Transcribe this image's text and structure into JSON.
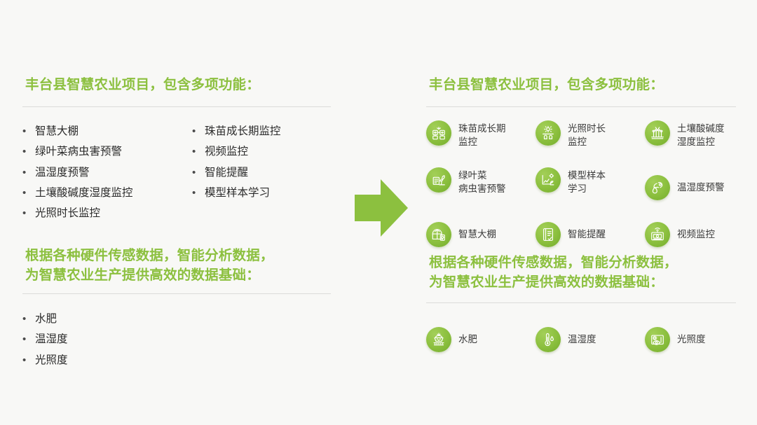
{
  "slide": {
    "background_color": "#f8f8f6",
    "accent_color": "#8cc03f",
    "divider_color": "#dcdcd9",
    "text_color": "#2b2b2b"
  },
  "left_panel": {
    "heading_1": "丰台县智慧农业项目，包含多项功能：",
    "bullets_column_1": [
      "智慧大棚",
      "绿叶菜病虫害预警",
      "温湿度预警",
      "土壤酸碱度湿度监控",
      "光照时长监控"
    ],
    "bullets_column_2": [
      "珠苗成长期监控",
      "视频监控",
      "智能提醒",
      "模型样本学习"
    ],
    "heading_2_line1": "根据各种硬件传感数据，智能分析数据，",
    "heading_2_line2": "为智慧农业生产提供高效的数据基础：",
    "bullets_data": [
      "水肥",
      "温湿度",
      "光照度"
    ],
    "bullet_marker": "•"
  },
  "arrow": {
    "direction": "right",
    "color": "#8cc03f",
    "name": "transform-arrow"
  },
  "right_panel": {
    "heading_1": "丰台县智慧农业项目，包含多项功能：",
    "features": [
      {
        "label": "珠苗成长期\n监控",
        "icon": "seedling-growth-monitor-icon",
        "lines": 2
      },
      {
        "label": "光照时长\n监控",
        "icon": "sunlight-duration-icon",
        "lines": 2
      },
      {
        "label": "土壤酸碱度\n湿度监控",
        "icon": "soil-ph-humidity-icon",
        "lines": 2
      },
      {
        "label": "绿叶菜\n病虫害预警",
        "icon": "leafy-greens-pest-alert-icon",
        "lines": 2
      },
      {
        "label": "模型样本\n学习",
        "icon": "model-sample-learning-icon",
        "lines": 2
      },
      {
        "label": "温湿度预警",
        "icon": "temp-humidity-alert-icon",
        "lines": 1
      },
      {
        "label": "智慧大棚",
        "icon": "smart-greenhouse-icon",
        "lines": 1
      },
      {
        "label": "智能提醒",
        "icon": "smart-reminder-icon",
        "lines": 1
      },
      {
        "label": "视频监控",
        "icon": "video-surveillance-icon",
        "lines": 1
      }
    ],
    "heading_2_line1": "根据各种硬件传感数据，智能分析数据，",
    "heading_2_line2": "为智慧农业生产提供高效的数据基础：",
    "data_items": [
      {
        "label": "水肥",
        "icon": "water-fertilizer-icon"
      },
      {
        "label": "温湿度",
        "icon": "thermometer-humidity-icon"
      },
      {
        "label": "光照度",
        "icon": "illuminance-icon"
      }
    ]
  }
}
